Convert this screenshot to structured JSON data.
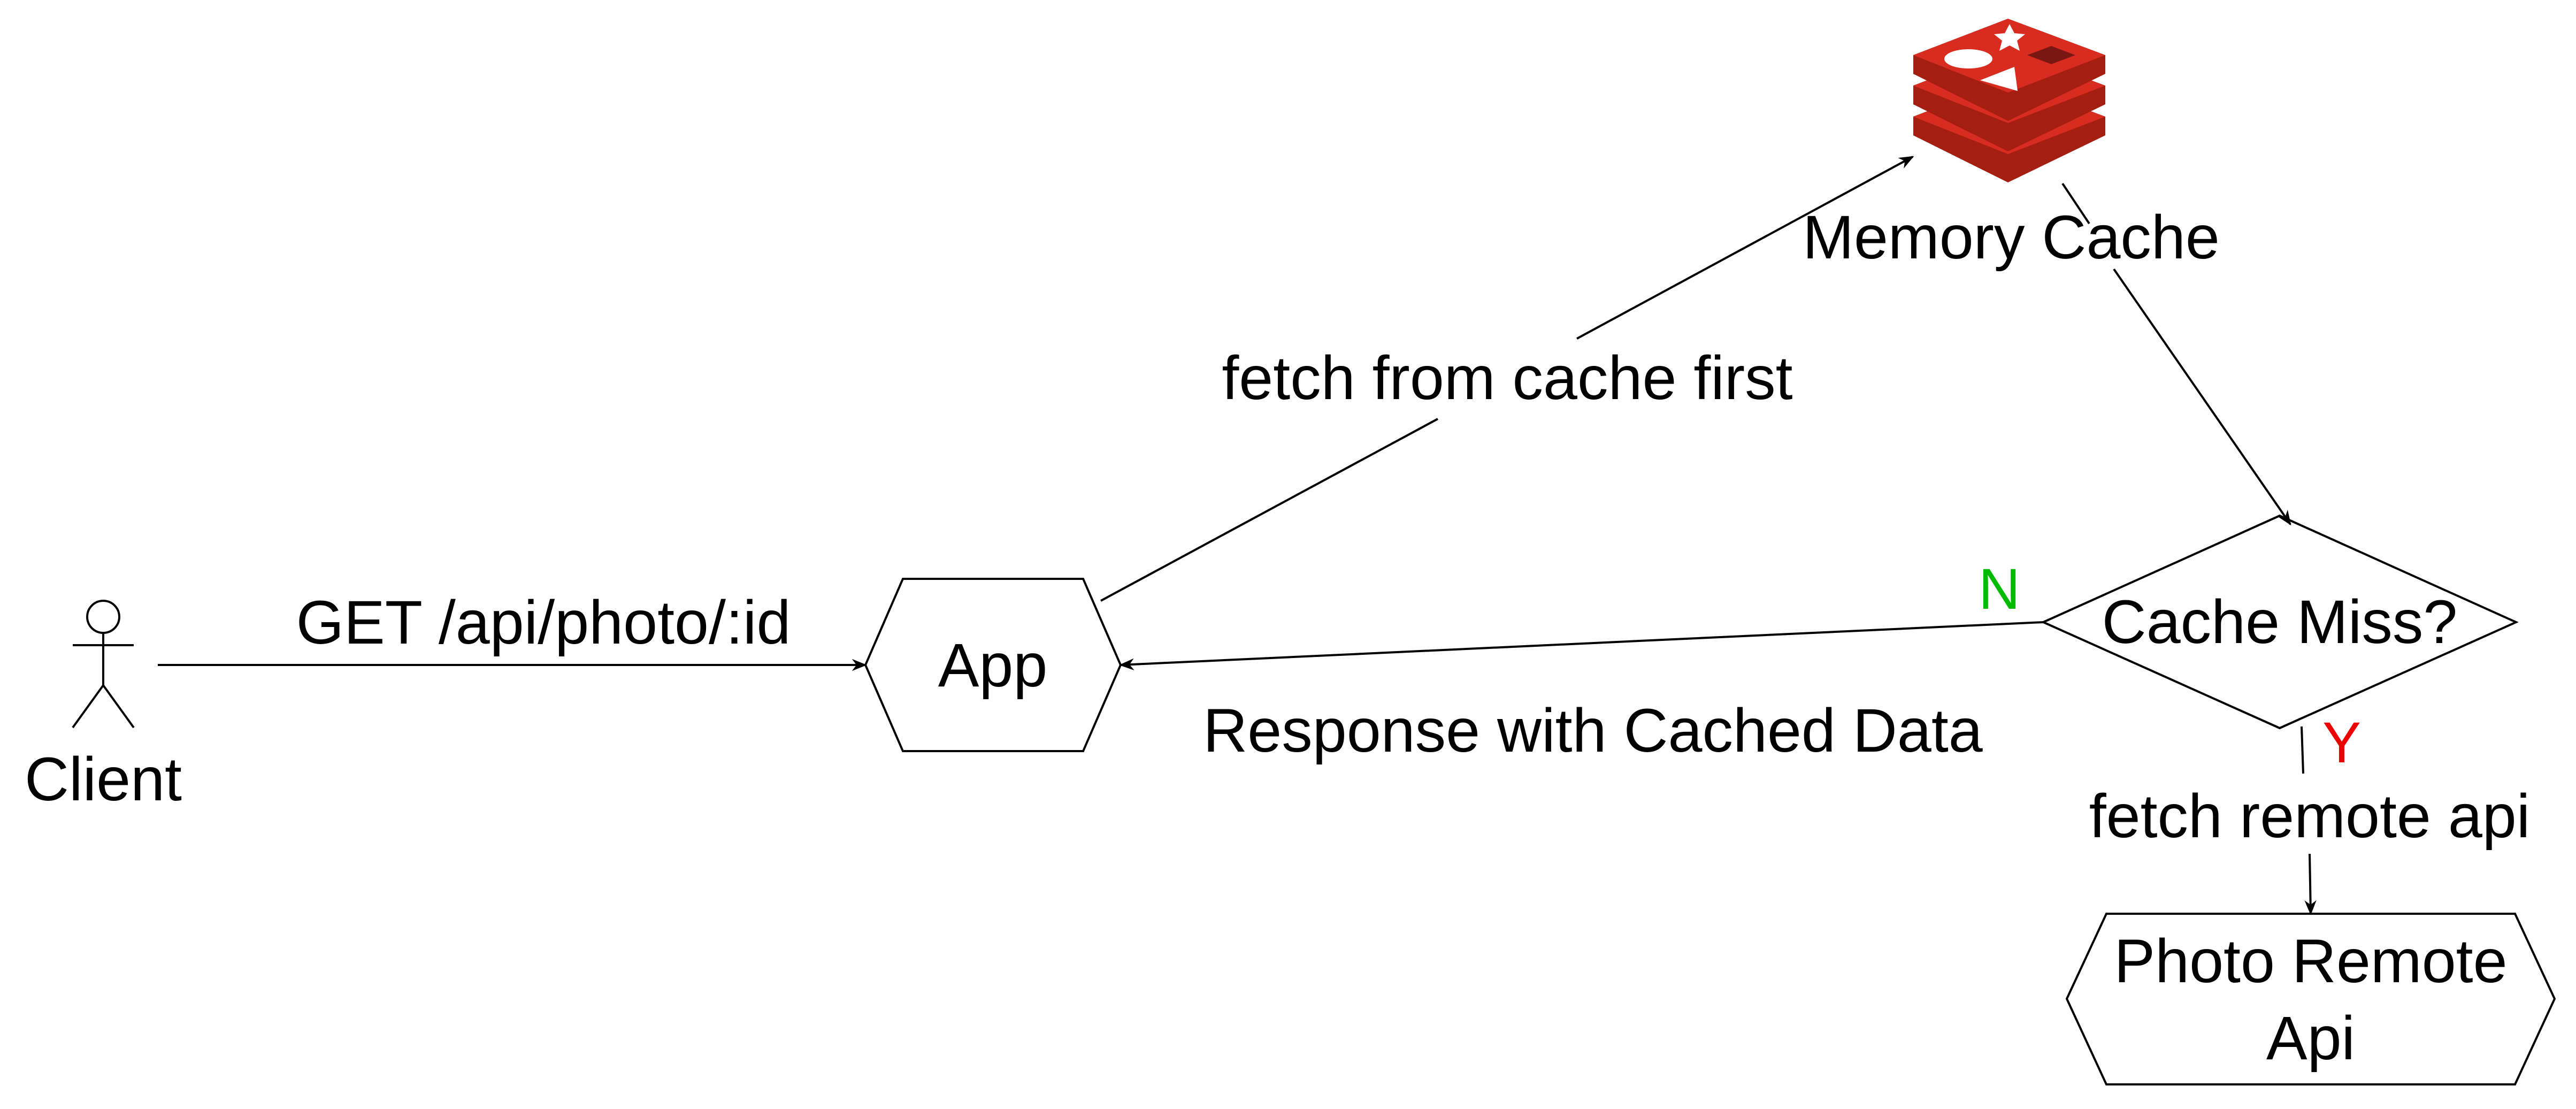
{
  "nodes": {
    "client": {
      "label": "Client"
    },
    "app": {
      "label": "App"
    },
    "cache": {
      "label": "Memory Cache",
      "logo": "redis-logo-icon"
    },
    "decision": {
      "label": "Cache Miss?"
    },
    "remote": {
      "label_line1": "Photo Remote",
      "label_line2": "Api"
    }
  },
  "edges": {
    "client_to_app": {
      "label": "GET /api/photo/:id"
    },
    "app_to_cache": {
      "label": "fetch from cache first"
    },
    "decision_to_app": {
      "label": "Response with Cached Data",
      "branch": "N",
      "branch_color": "#00bb00"
    },
    "decision_to_remote": {
      "label": "fetch remote api",
      "branch": "Y",
      "branch_color": "#ee0000"
    }
  },
  "colors": {
    "redis_light": "#d82c20",
    "redis_dark": "#a41e11"
  }
}
